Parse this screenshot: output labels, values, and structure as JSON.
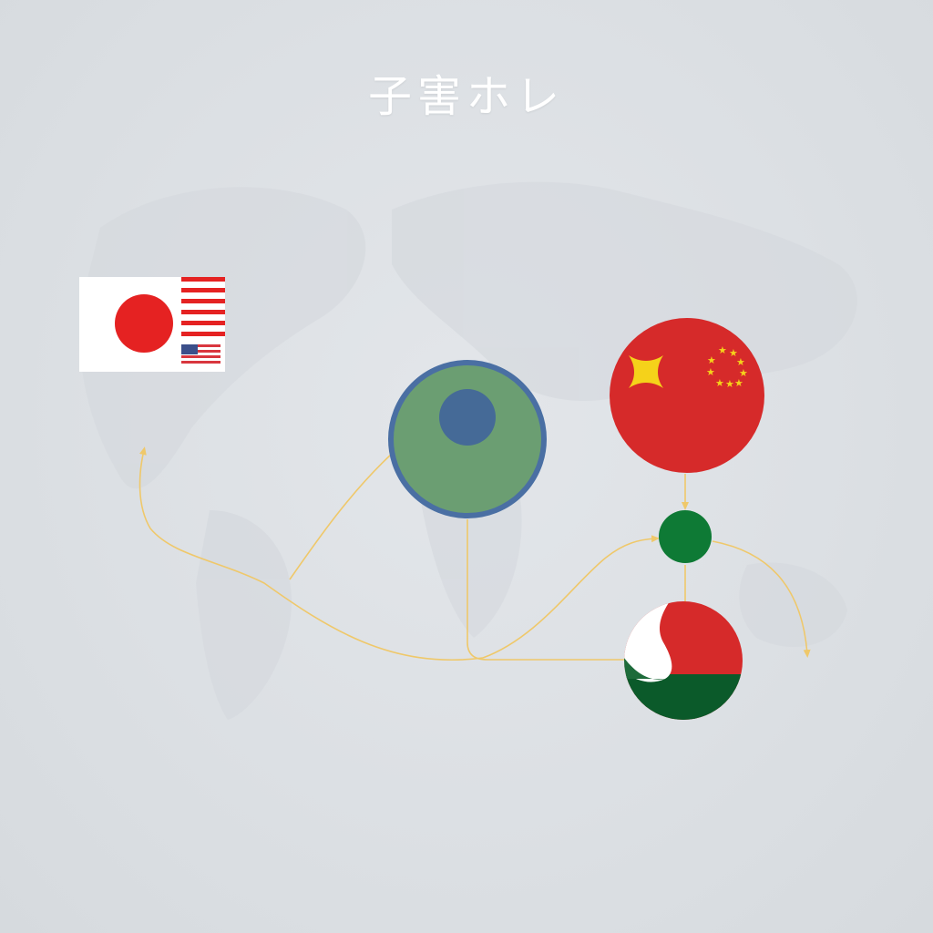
{
  "title": "子害ホレ",
  "colors": {
    "background": "#dde1e5",
    "connector": "#efc86a",
    "flag_red": "#e52222",
    "node_green": "#6b9e72",
    "node_blue_ring": "#4a6fa3",
    "node_blue_core": "#456a97",
    "node_red": "#d62a2a",
    "star_yellow": "#f5d21a",
    "small_green": "#0e7a35",
    "dark_green": "#0b5a2a",
    "white": "#ffffff"
  },
  "nodes": [
    {
      "id": "flag-node",
      "icon": "japan-usa-flag-icon"
    },
    {
      "id": "globe-node",
      "icon": "green-globe-icon"
    },
    {
      "id": "red-star-node",
      "icon": "red-star-circle-icon"
    },
    {
      "id": "green-dot-node",
      "icon": "green-dot-icon"
    },
    {
      "id": "tricolor-node",
      "icon": "red-white-green-circle-icon"
    }
  ]
}
